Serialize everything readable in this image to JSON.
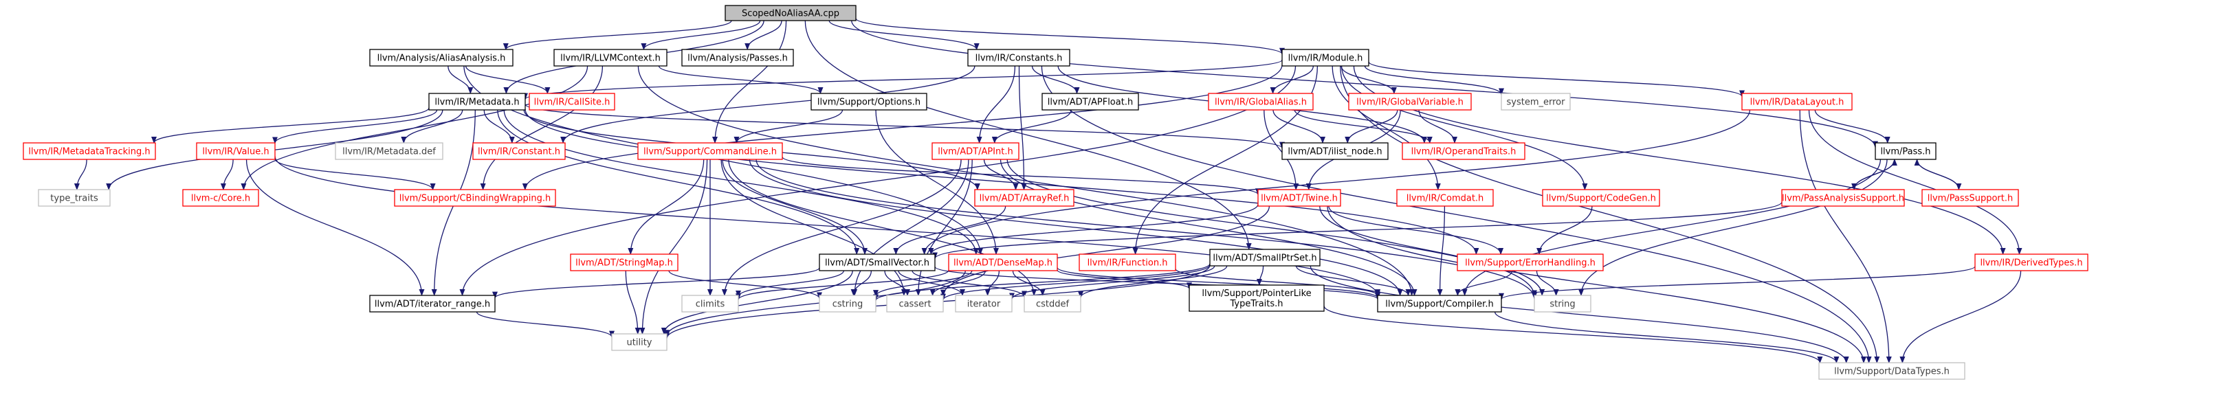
{
  "colors": {
    "edge": "#191970",
    "normal_text": "#000000",
    "normal_border": "#000000",
    "red_text": "#ff0000",
    "red_border": "#ff0000",
    "gray_text": "#404040",
    "gray_border": "#bfbfbf",
    "root_fill": "#bfbfbf",
    "fill": "#ffffff"
  },
  "nodes": [
    {
      "id": "root",
      "lines": [
        "ScopedNoAliasAA.cpp"
      ],
      "style": "root"
    },
    {
      "id": "aliasanalysis",
      "lines": [
        "llvm/Analysis/AliasAnalysis.h"
      ],
      "style": "normal"
    },
    {
      "id": "llvmcontext",
      "lines": [
        "llvm/IR/LLVMContext.h"
      ],
      "style": "normal"
    },
    {
      "id": "passes",
      "lines": [
        "llvm/Analysis/Passes.h"
      ],
      "style": "normal"
    },
    {
      "id": "constants",
      "lines": [
        "llvm/IR/Constants.h"
      ],
      "style": "normal"
    },
    {
      "id": "module",
      "lines": [
        "llvm/IR/Module.h"
      ],
      "style": "normal"
    },
    {
      "id": "callsite",
      "lines": [
        "llvm/IR/CallSite.h"
      ],
      "style": "red"
    },
    {
      "id": "metadata",
      "lines": [
        "llvm/IR/Metadata.h"
      ],
      "style": "normal"
    },
    {
      "id": "options",
      "lines": [
        "llvm/Support/Options.h"
      ],
      "style": "normal"
    },
    {
      "id": "apfloat",
      "lines": [
        "llvm/ADT/APFloat.h"
      ],
      "style": "normal"
    },
    {
      "id": "globalalias",
      "lines": [
        "llvm/IR/GlobalAlias.h"
      ],
      "style": "red"
    },
    {
      "id": "globalvariable",
      "lines": [
        "llvm/IR/GlobalVariable.h"
      ],
      "style": "red"
    },
    {
      "id": "system_error",
      "lines": [
        "system_error"
      ],
      "style": "gray"
    },
    {
      "id": "datalayout",
      "lines": [
        "llvm/IR/DataLayout.h"
      ],
      "style": "red"
    },
    {
      "id": "metadatatracking",
      "lines": [
        "llvm/IR/MetadataTracking.h"
      ],
      "style": "red"
    },
    {
      "id": "value",
      "lines": [
        "llvm/IR/Value.h"
      ],
      "style": "red"
    },
    {
      "id": "metadatadef",
      "lines": [
        "llvm/IR/Metadata.def"
      ],
      "style": "gray"
    },
    {
      "id": "irconstant",
      "lines": [
        "llvm/IR/Constant.h"
      ],
      "style": "red"
    },
    {
      "id": "commandline",
      "lines": [
        "llvm/Support/CommandLine.h"
      ],
      "style": "red"
    },
    {
      "id": "apint",
      "lines": [
        "llvm/ADT/APInt.h"
      ],
      "style": "red"
    },
    {
      "id": "ilist_node",
      "lines": [
        "llvm/ADT/ilist_node.h"
      ],
      "style": "normal"
    },
    {
      "id": "operandtraits",
      "lines": [
        "llvm/IR/OperandTraits.h"
      ],
      "style": "red"
    },
    {
      "id": "pass",
      "lines": [
        "llvm/Pass.h"
      ],
      "style": "normal"
    },
    {
      "id": "type_traits",
      "lines": [
        "type_traits"
      ],
      "style": "gray"
    },
    {
      "id": "ccore",
      "lines": [
        "llvm-c/Core.h"
      ],
      "style": "red"
    },
    {
      "id": "cbinding",
      "lines": [
        "llvm/Support/CBindingWrapping.h"
      ],
      "style": "red"
    },
    {
      "id": "arrayref",
      "lines": [
        "llvm/ADT/ArrayRef.h"
      ],
      "style": "red"
    },
    {
      "id": "twine",
      "lines": [
        "llvm/ADT/Twine.h"
      ],
      "style": "red"
    },
    {
      "id": "comdat",
      "lines": [
        "llvm/IR/Comdat.h"
      ],
      "style": "red"
    },
    {
      "id": "codegen",
      "lines": [
        "llvm/Support/CodeGen.h"
      ],
      "style": "red"
    },
    {
      "id": "passanalysissupport",
      "lines": [
        "llvm/PassAnalysisSupport.h"
      ],
      "style": "red"
    },
    {
      "id": "passsupport",
      "lines": [
        "llvm/PassSupport.h"
      ],
      "style": "red"
    },
    {
      "id": "stringmap",
      "lines": [
        "llvm/ADT/StringMap.h"
      ],
      "style": "red"
    },
    {
      "id": "smallvector",
      "lines": [
        "llvm/ADT/SmallVector.h"
      ],
      "style": "normal"
    },
    {
      "id": "densemap",
      "lines": [
        "llvm/ADT/DenseMap.h"
      ],
      "style": "red"
    },
    {
      "id": "function",
      "lines": [
        "llvm/IR/Function.h"
      ],
      "style": "red"
    },
    {
      "id": "smallptrset",
      "lines": [
        "llvm/ADT/SmallPtrSet.h"
      ],
      "style": "normal"
    },
    {
      "id": "errorhandling",
      "lines": [
        "llvm/Support/ErrorHandling.h"
      ],
      "style": "red"
    },
    {
      "id": "derivedtypes",
      "lines": [
        "llvm/IR/DerivedTypes.h"
      ],
      "style": "red"
    },
    {
      "id": "iterator_range",
      "lines": [
        "llvm/ADT/iterator_range.h"
      ],
      "style": "normal"
    },
    {
      "id": "climits",
      "lines": [
        "climits"
      ],
      "style": "gray"
    },
    {
      "id": "cstring",
      "lines": [
        "cstring"
      ],
      "style": "gray"
    },
    {
      "id": "cassert",
      "lines": [
        "cassert"
      ],
      "style": "gray"
    },
    {
      "id": "iterator",
      "lines": [
        "iterator"
      ],
      "style": "gray"
    },
    {
      "id": "cstddef",
      "lines": [
        "cstddef"
      ],
      "style": "gray"
    },
    {
      "id": "pointerlike",
      "lines": [
        "llvm/Support/PointerLike",
        "TypeTraits.h"
      ],
      "style": "normal"
    },
    {
      "id": "compiler",
      "lines": [
        "llvm/Support/Compiler.h"
      ],
      "style": "normal"
    },
    {
      "id": "string",
      "lines": [
        "string"
      ],
      "style": "gray"
    },
    {
      "id": "utility",
      "lines": [
        "utility"
      ],
      "style": "gray"
    },
    {
      "id": "datatypes",
      "lines": [
        "llvm/Support/DataTypes.h"
      ],
      "style": "gray"
    }
  ],
  "edges": [
    [
      "root",
      "aliasanalysis"
    ],
    [
      "root",
      "llvmcontext"
    ],
    [
      "root",
      "passes"
    ],
    [
      "root",
      "constants"
    ],
    [
      "root",
      "module"
    ],
    [
      "root",
      "metadata"
    ],
    [
      "root",
      "commandline"
    ],
    [
      "root",
      "smallptrset"
    ],
    [
      "root",
      "pass"
    ],
    [
      "aliasanalysis",
      "callsite"
    ],
    [
      "aliasanalysis",
      "metadata"
    ],
    [
      "aliasanalysis",
      "densemap"
    ],
    [
      "llvmcontext",
      "options"
    ],
    [
      "llvmcontext",
      "ccore"
    ],
    [
      "llvmcontext",
      "cbinding"
    ],
    [
      "llvmcontext",
      "compiler"
    ],
    [
      "constants",
      "apfloat"
    ],
    [
      "constants",
      "apint"
    ],
    [
      "constants",
      "arrayref"
    ],
    [
      "constants",
      "irconstant"
    ],
    [
      "constants",
      "operandtraits"
    ],
    [
      "constants",
      "datatypes"
    ],
    [
      "module",
      "metadata"
    ],
    [
      "module",
      "globalalias"
    ],
    [
      "module",
      "globalvariable"
    ],
    [
      "module",
      "system_error"
    ],
    [
      "module",
      "datalayout"
    ],
    [
      "module",
      "comdat"
    ],
    [
      "module",
      "codegen"
    ],
    [
      "module",
      "function"
    ],
    [
      "module",
      "iterator_range"
    ],
    [
      "module",
      "cbinding"
    ],
    [
      "module",
      "datatypes"
    ],
    [
      "module",
      "derivedtypes"
    ],
    [
      "metadata",
      "metadatatracking"
    ],
    [
      "metadata",
      "value"
    ],
    [
      "metadata",
      "metadatadef"
    ],
    [
      "metadata",
      "irconstant"
    ],
    [
      "metadata",
      "ilist_node"
    ],
    [
      "metadata",
      "arrayref"
    ],
    [
      "metadata",
      "densemap"
    ],
    [
      "metadata",
      "iterator_range"
    ],
    [
      "metadata",
      "type_traits"
    ],
    [
      "metadata",
      "smallvector"
    ],
    [
      "metadata",
      "errorhandling"
    ],
    [
      "options",
      "commandline"
    ],
    [
      "options",
      "densemap"
    ],
    [
      "apfloat",
      "apint"
    ],
    [
      "globalalias",
      "ilist_node"
    ],
    [
      "globalalias",
      "twine"
    ],
    [
      "globalalias",
      "operandtraits"
    ],
    [
      "globalvariable",
      "ilist_node"
    ],
    [
      "globalvariable",
      "twine"
    ],
    [
      "globalvariable",
      "operandtraits"
    ],
    [
      "datalayout",
      "pass"
    ],
    [
      "datalayout",
      "derivedtypes"
    ],
    [
      "datalayout",
      "datatypes"
    ],
    [
      "datalayout",
      "smallvector"
    ],
    [
      "metadatatracking",
      "type_traits"
    ],
    [
      "value",
      "ccore"
    ],
    [
      "value",
      "cbinding"
    ],
    [
      "value",
      "iterator_range"
    ],
    [
      "value",
      "compiler"
    ],
    [
      "commandline",
      "stringmap"
    ],
    [
      "commandline",
      "smallvector"
    ],
    [
      "commandline",
      "twine"
    ],
    [
      "commandline",
      "compiler"
    ],
    [
      "commandline",
      "climits"
    ],
    [
      "commandline",
      "cassert"
    ],
    [
      "commandline",
      "cstddef"
    ],
    [
      "commandline",
      "utility"
    ],
    [
      "commandline",
      "string"
    ],
    [
      "apint",
      "arrayref"
    ],
    [
      "apint",
      "compiler"
    ],
    [
      "apint",
      "climits"
    ],
    [
      "apint",
      "cstring"
    ],
    [
      "apint",
      "string"
    ],
    [
      "apint",
      "cassert"
    ],
    [
      "arrayref",
      "smallvector"
    ],
    [
      "twine",
      "smallvector"
    ],
    [
      "twine",
      "datatypes"
    ],
    [
      "twine",
      "errorhandling"
    ],
    [
      "twine",
      "string"
    ],
    [
      "twine",
      "cassert"
    ],
    [
      "pass",
      "passanalysissupport"
    ],
    [
      "pass",
      "passsupport"
    ],
    [
      "pass",
      "compiler"
    ],
    [
      "pass",
      "string"
    ],
    [
      "passanalysissupport",
      "pass"
    ],
    [
      "passanalysissupport",
      "smallvector"
    ],
    [
      "passsupport",
      "pass"
    ],
    [
      "stringmap",
      "cstring"
    ],
    [
      "stringmap",
      "utility"
    ],
    [
      "smallvector",
      "iterator_range"
    ],
    [
      "smallvector",
      "compiler"
    ],
    [
      "smallvector",
      "climits"
    ],
    [
      "smallvector",
      "cstring"
    ],
    [
      "smallvector",
      "cassert"
    ],
    [
      "smallvector",
      "iterator"
    ],
    [
      "smallvector",
      "cstddef"
    ],
    [
      "smallvector",
      "utility"
    ],
    [
      "densemap",
      "pointerlike"
    ],
    [
      "densemap",
      "compiler"
    ],
    [
      "densemap",
      "cassert"
    ],
    [
      "densemap",
      "iterator"
    ],
    [
      "densemap",
      "cstddef"
    ],
    [
      "densemap",
      "utility"
    ],
    [
      "densemap",
      "climits"
    ],
    [
      "densemap",
      "cstring"
    ],
    [
      "smallptrset",
      "compiler"
    ],
    [
      "smallptrset",
      "datatypes"
    ],
    [
      "smallptrset",
      "pointerlike"
    ],
    [
      "smallptrset",
      "cassert"
    ],
    [
      "smallptrset",
      "cstddef"
    ],
    [
      "smallptrset",
      "cstring"
    ],
    [
      "smallptrset",
      "iterator"
    ],
    [
      "smallptrset",
      "utility"
    ],
    [
      "errorhandling",
      "compiler"
    ],
    [
      "errorhandling",
      "string"
    ],
    [
      "derivedtypes",
      "compiler"
    ],
    [
      "derivedtypes",
      "datatypes"
    ],
    [
      "codegen",
      "errorhandling"
    ],
    [
      "comdat",
      "compiler"
    ],
    [
      "function",
      "compiler"
    ],
    [
      "iterator_range",
      "utility"
    ],
    [
      "pointerlike",
      "datatypes"
    ],
    [
      "compiler",
      "datatypes"
    ]
  ]
}
